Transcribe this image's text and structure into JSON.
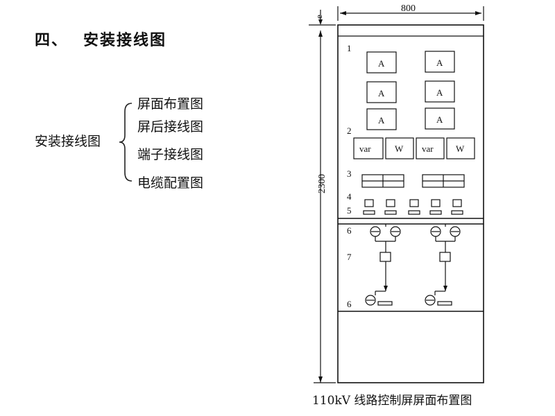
{
  "heading": {
    "number": "四、",
    "title": "安装接线图"
  },
  "tree": {
    "root": "安装接线图",
    "children": [
      "屏面布置图",
      "屏后接线图",
      "端子接线图",
      "电缆配置图"
    ]
  },
  "drawing": {
    "width_dim": "800",
    "height_dim": "2300",
    "top_dim": "e",
    "row_numbers": [
      "1",
      "2",
      "3",
      "4",
      "5",
      "6",
      "7",
      "6"
    ],
    "ammeter_label": "A",
    "meters_row2": [
      "var",
      "W",
      "var",
      "W"
    ],
    "caption": "110kV 线路控制屏屏面布置图"
  }
}
